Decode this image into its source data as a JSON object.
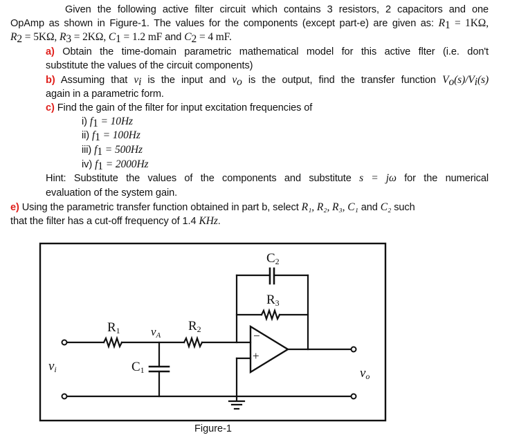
{
  "intro": {
    "line1": "Given the following active filter circuit which contains 3 resistors, 2 capacitors and one",
    "line2_text": "OpAmp as shown in Figure-1. The values for the components (except part-e) are given as: ",
    "line2_math": "R",
    "line2_sub": "1",
    "line2_val": " = 1KΩ,",
    "values_line": [
      {
        "sym": "R",
        "sub": "2",
        "val": " = 5KΩ, "
      },
      {
        "sym": "R",
        "sub": "3",
        "val": " = 2KΩ, "
      },
      {
        "sym": "C",
        "sub": "1",
        "val": " = 1.2 mF"
      },
      {
        "sym": "C",
        "sub": "2",
        "val": " = 4 mF."
      }
    ],
    "and": " and "
  },
  "parts": {
    "a": {
      "label": "a)",
      "line1": " Obtain the time-domain parametric mathematical model for this active flter (i.e. don't",
      "line2": "substitute the values of the circuit components)"
    },
    "b": {
      "label": "b)",
      "line1_pre": " Assuming that ",
      "vi": "v",
      "vi_sub": "i",
      "mid": " is the input and ",
      "vo": "v",
      "vo_sub": "o",
      "post": " is the output, find the transfer function ",
      "tf": "V",
      "tf_sub_o": "o",
      "tf_mid": "(s)/V",
      "tf_sub_i": "i",
      "tf_end": "(s)",
      "line2": "again in a parametric form."
    },
    "c": {
      "label": "c)",
      "line1": " Find the gain of the filter for input excitation frequencies of",
      "items": [
        {
          "num": "i) ",
          "sym": "f",
          "sub": "1",
          "val": " = 10Hz"
        },
        {
          "num": "ii) ",
          "sym": "f",
          "sub": "1",
          "val": " = 100Hz"
        },
        {
          "num": "iii) ",
          "sym": "f",
          "sub": "1",
          "val": " = 500Hz"
        },
        {
          "num": "iv) ",
          "sym": "f",
          "sub": "1",
          "val": " = 2000Hz"
        }
      ]
    },
    "hint": {
      "line1_pre": "Hint: Substitute the values of the components and substitute ",
      "math": "s = jω",
      "line1_post": " for the numerical",
      "line2": "evaluation of the system gain."
    },
    "e": {
      "label": "e)",
      "line1_pre": " Using the parametric transfer function obtained in part b, select ",
      "syms": "R₁, R₂, R₃, C₁",
      "and": " and ",
      "last": "C₂",
      "post": " such",
      "line2_pre": "that the filter has a cut-off frequency of 1.4 ",
      "line2_unit": "KHz",
      "line2_end": "."
    }
  },
  "figure": {
    "caption": "Figure-1",
    "labels": {
      "R1": "R",
      "R1_sub": "1",
      "R2": "R",
      "R2_sub": "2",
      "R3": "R",
      "R3_sub": "3",
      "C1": "C",
      "C1_sub": "1",
      "C2": "C",
      "C2_sub": "2",
      "vA": "v",
      "vA_sub": "A",
      "vi": "v",
      "vi_sub": "i",
      "vo": "v",
      "vo_sub": "o",
      "minus": "−",
      "plus": "+"
    }
  },
  "colors": {
    "label_red": "#e0201c",
    "text": "#111111",
    "wire": "#111111"
  }
}
